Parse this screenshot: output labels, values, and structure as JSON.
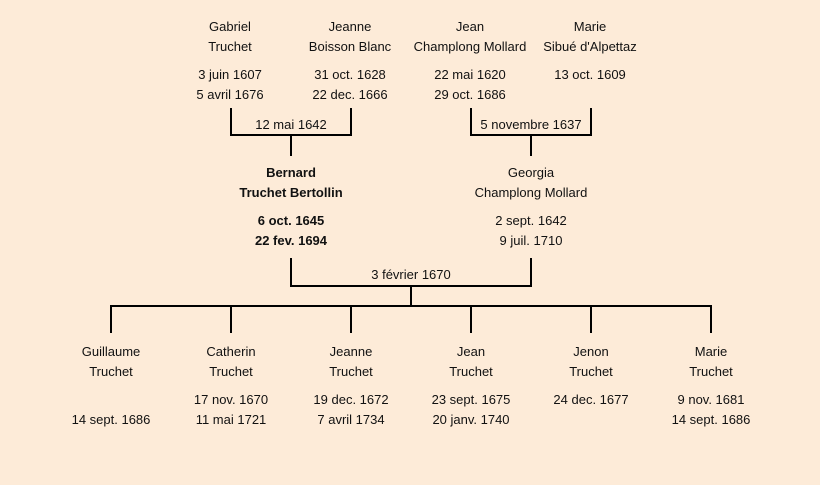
{
  "grandparents": [
    {
      "first": "Gabriel",
      "last": "Truchet",
      "birth": "3 juin 1607",
      "death": "5 avril 1676"
    },
    {
      "first": "Jeanne",
      "last": "Boisson Blanc",
      "birth": "31 oct. 1628",
      "death": "22 dec. 1666"
    },
    {
      "first": "Jean",
      "last": "Champlong Mollard",
      "birth": "22 mai 1620",
      "death": "29 oct. 1686"
    },
    {
      "first": "Marie",
      "last": "Sibué d'Alpettaz",
      "birth": "13 oct. 1609",
      "death": ""
    }
  ],
  "grandparent_marriages": [
    "12 mai 1642",
    "5 novembre 1637"
  ],
  "parents": [
    {
      "first": "Bernard",
      "last": "Truchet Bertollin",
      "birth": "6 oct. 1645",
      "death": "22 fev. 1694"
    },
    {
      "first": "Georgia",
      "last": "Champlong Mollard",
      "birth": "2 sept. 1642",
      "death": "9 juil. 1710"
    }
  ],
  "parent_marriage": "3 février 1670",
  "children": [
    {
      "first": "Guillaume",
      "last": "Truchet",
      "birth": "",
      "death": "14 sept. 1686"
    },
    {
      "first": "Catherin",
      "last": "Truchet",
      "birth": "17 nov. 1670",
      "death": "11 mai 1721"
    },
    {
      "first": "Jeanne",
      "last": "Truchet",
      "birth": "19 dec. 1672",
      "death": "7 avril 1734"
    },
    {
      "first": "Jean",
      "last": "Truchet",
      "birth": "23 sept. 1675",
      "death": "20 janv. 1740"
    },
    {
      "first": "Jenon",
      "last": "Truchet",
      "birth": "24 dec. 1677",
      "death": ""
    },
    {
      "first": "Marie",
      "last": "Truchet",
      "birth": "9 nov. 1681",
      "death": "14 sept. 1686"
    }
  ]
}
